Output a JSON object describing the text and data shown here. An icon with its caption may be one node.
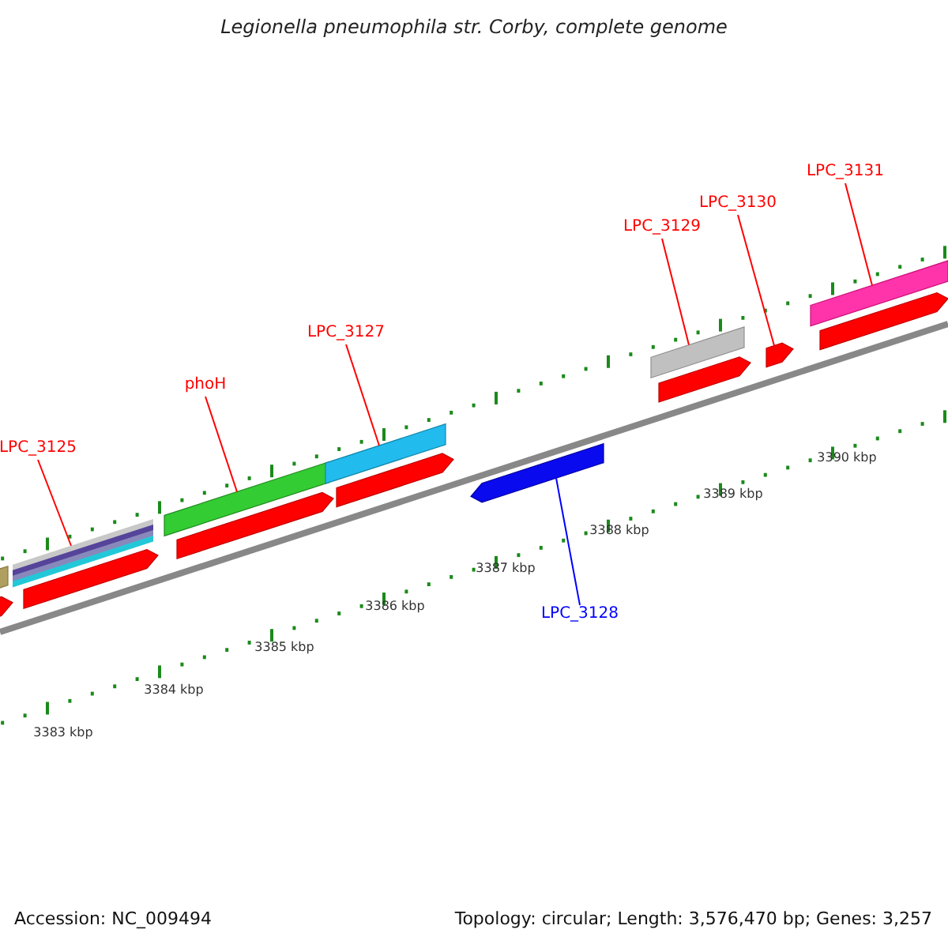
{
  "diagram": {
    "title": "Legionella pneumophila str. Corby, complete genome",
    "nodes": [
      {
        "text": [
          "LPC_3125"
        ]
      },
      {
        "text": [],
        "shape": "bar"
      },
      {
        "text": [
          "phoH"
        ]
      },
      {
        "text": [],
        "shape": "bar"
      },
      {
        "text": [
          "LPC_3127"
        ]
      },
      {
        "text": [],
        "shape": "bar"
      },
      {
        "text": [
          "LPC_3128"
        ]
      },
      {
        "text": [],
        "shape": "arrow"
      },
      {
        "text": [
          "LPC_3129"
        ]
      },
      {
        "text": [],
        "shape": "bar"
      },
      {
        "text": [
          "LPC_3130"
        ]
      },
      {
        "text": [],
        "shape": "arrow"
      },
      {
        "text": [
          "LPC_3131"
        ]
      },
      {
        "text": [],
        "shape": "bar"
      },
      {
        "text": [],
        "shape": "bar"
      },
      {
        "text": [],
        "shape": "arrow"
      },
      {
        "text": [],
        "shape": "arrow"
      },
      {
        "text": [],
        "shape": "arrow"
      },
      {
        "text": [],
        "shape": "arrow"
      },
      {
        "text": [],
        "shape": "arrow"
      },
      {
        "text": [],
        "shape": "arrow"
      }
    ],
    "edges": [
      {
        "from": 0,
        "to": 1,
        "arrow": "none"
      },
      {
        "from": 2,
        "to": 3,
        "arrow": "none"
      },
      {
        "from": 4,
        "to": 5,
        "arrow": "none"
      },
      {
        "from": 6,
        "to": 7,
        "arrow": "none",
        "color": "#0000ff"
      },
      {
        "from": 8,
        "to": 9,
        "arrow": "none"
      },
      {
        "from": 10,
        "to": 11,
        "arrow": "none"
      },
      {
        "from": 12,
        "to": 13,
        "arrow": "none"
      }
    ],
    "labels": [
      "3390 kbp",
      "3389 kbp",
      "3388 kbp",
      "3387 kbp",
      "3386 kbp",
      "3385 kbp",
      "3384 kbp",
      "3383 kbp",
      "Accession: NC_009494",
      "Topology: circular; Length: 3,576,470 bp; Genes: 3,257"
    ]
  }
}
